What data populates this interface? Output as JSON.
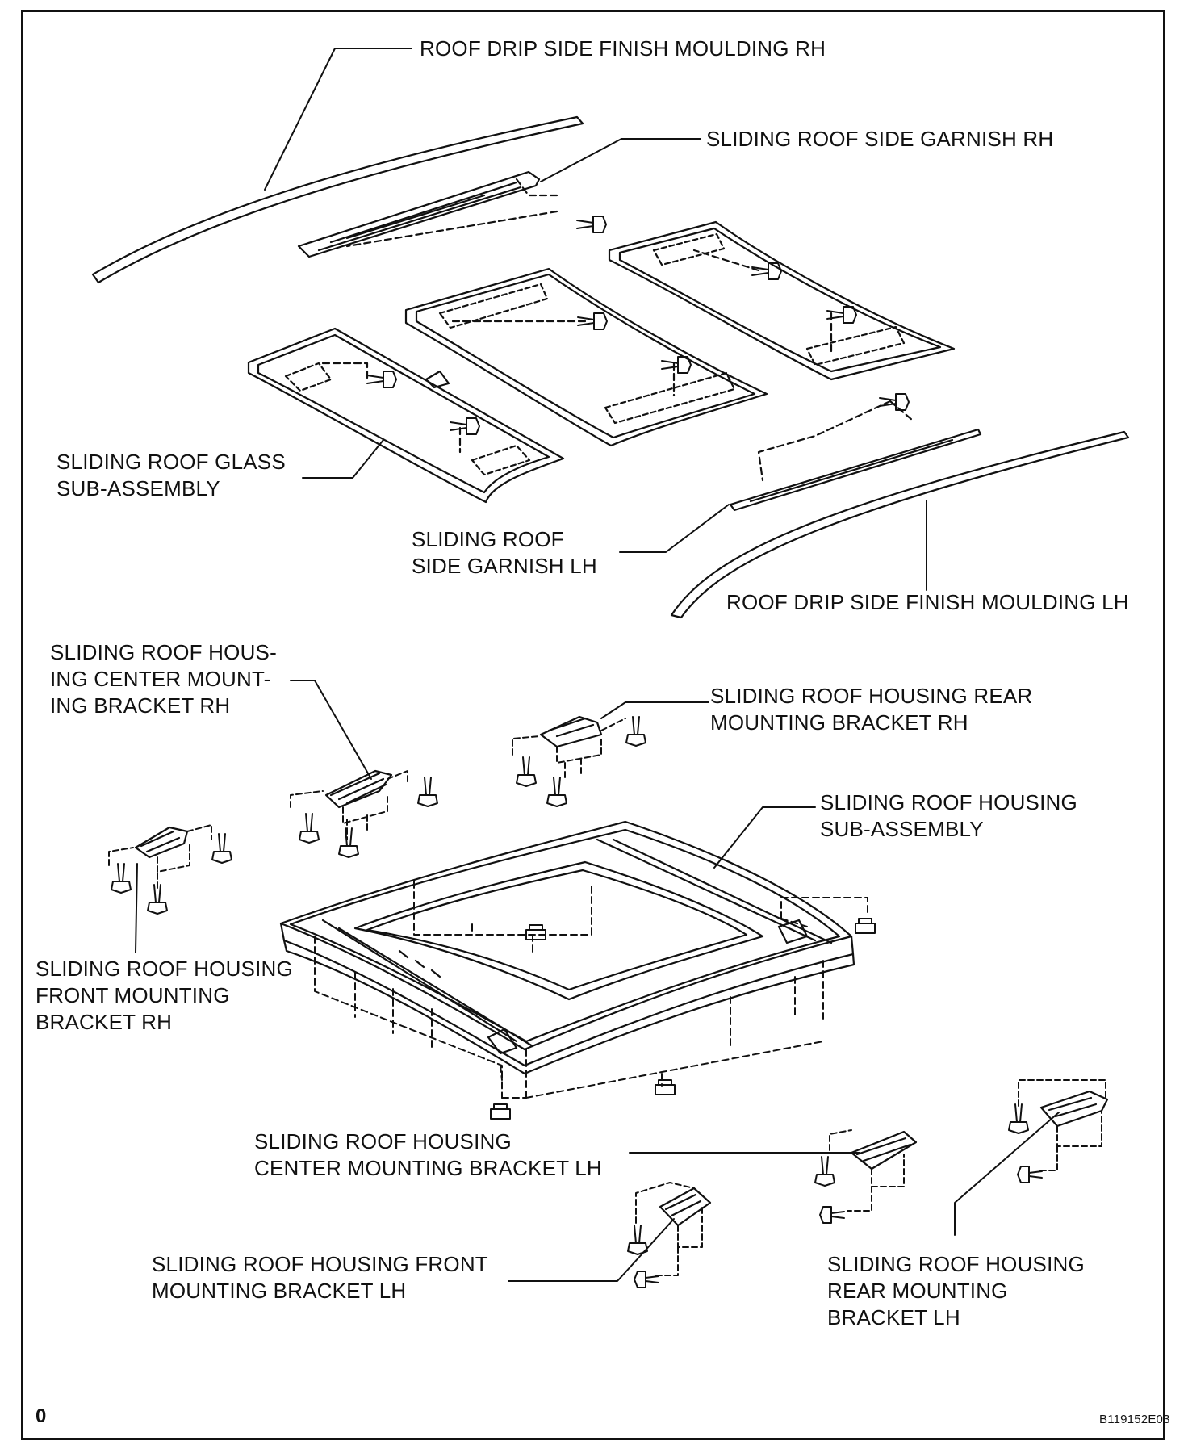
{
  "figure_id": "B119152E03",
  "corner_mark": "0",
  "labels": {
    "drip_rh": "ROOF DRIP SIDE FINISH MOULDING RH",
    "garnish_rh": "SLIDING ROOF SIDE GARNISH RH",
    "glass": "SLIDING ROOF GLASS\nSUB-ASSEMBLY",
    "garnish_lh": "SLIDING ROOF\nSIDE GARNISH LH",
    "drip_lh": "ROOF DRIP SIDE FINISH MOULDING LH",
    "center_bracket_rh": "SLIDING ROOF HOUS-\nING CENTER MOUNT-\nING BRACKET RH",
    "rear_bracket_rh": "SLIDING ROOF HOUSING REAR\nMOUNTING BRACKET RH",
    "housing": "SLIDING ROOF HOUSING\nSUB-ASSEMBLY",
    "front_bracket_rh": "SLIDING ROOF HOUSING\nFRONT MOUNTING\nBRACKET RH",
    "center_bracket_lh": "SLIDING ROOF HOUSING\nCENTER MOUNTING BRACKET LH",
    "front_bracket_lh": "SLIDING ROOF HOUSING FRONT\nMOUNTING BRACKET LH",
    "rear_bracket_lh": "SLIDING ROOF HOUSING\nREAR MOUNTING\nBRACKET LH"
  },
  "colors": {
    "line": "#111111",
    "background": "#ffffff"
  }
}
